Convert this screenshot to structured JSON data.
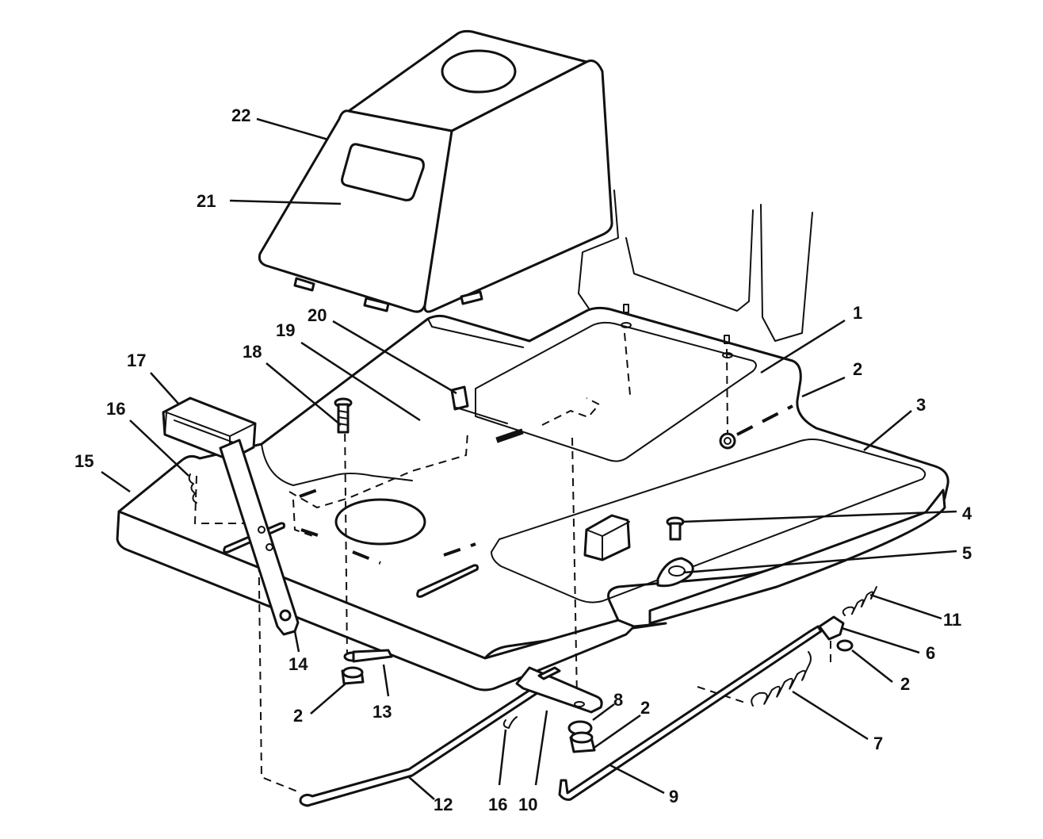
{
  "callouts": [
    {
      "id": "c1",
      "label": "1"
    },
    {
      "id": "c2a",
      "label": "2"
    },
    {
      "id": "c3",
      "label": "3"
    },
    {
      "id": "c4",
      "label": "4"
    },
    {
      "id": "c5",
      "label": "5"
    },
    {
      "id": "c11",
      "label": "11"
    },
    {
      "id": "c6",
      "label": "6"
    },
    {
      "id": "c2b",
      "label": "2"
    },
    {
      "id": "c7",
      "label": "7"
    },
    {
      "id": "c9",
      "label": "9"
    },
    {
      "id": "c8",
      "label": "8"
    },
    {
      "id": "c2c",
      "label": "2"
    },
    {
      "id": "c10",
      "label": "10"
    },
    {
      "id": "c16b",
      "label": "16"
    },
    {
      "id": "c12",
      "label": "12"
    },
    {
      "id": "c13",
      "label": "13"
    },
    {
      "id": "c2d",
      "label": "2"
    },
    {
      "id": "c14",
      "label": "14"
    },
    {
      "id": "c15",
      "label": "15"
    },
    {
      "id": "c16a",
      "label": "16"
    },
    {
      "id": "c17",
      "label": "17"
    },
    {
      "id": "c18",
      "label": "18"
    },
    {
      "id": "c19",
      "label": "19"
    },
    {
      "id": "c20",
      "label": "20"
    },
    {
      "id": "c21",
      "label": "21"
    },
    {
      "id": "c22",
      "label": "22"
    }
  ]
}
